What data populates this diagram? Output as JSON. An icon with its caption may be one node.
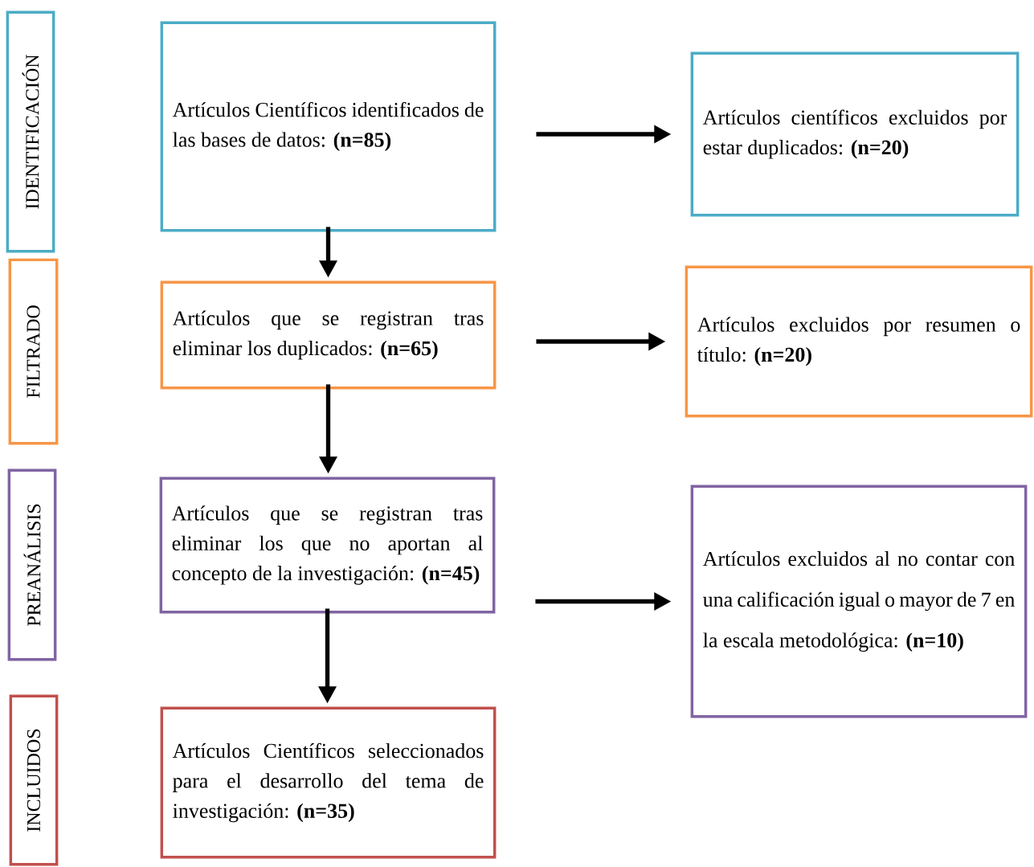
{
  "diagram": {
    "nodes": [
      {
        "text": [
          "IDENTIFICACIÓN"
        ]
      },
      {
        "text": [
          "FILTRADO"
        ]
      },
      {
        "text": [
          "PREANÁLISIS"
        ]
      },
      {
        "text": [
          "INCLUIDOS"
        ]
      },
      {
        "text": [
          "Artículos Científicos identificados de las bases de datos: **(n=85)**"
        ]
      },
      {
        "text": [
          "Artículos científicos excluidos por estar duplicados: **(n=20)**"
        ]
      },
      {
        "text": [
          "Artículos que se registran tras eliminar los duplicados: **(n=65)**"
        ]
      },
      {
        "text": [
          "Artículos excluidos por resumen o título: **(n=20)**"
        ]
      },
      {
        "text": [
          "Artículos que se registran tras eliminar los que no aportan al concepto de la investigación: **(n=45)**"
        ]
      },
      {
        "text": [
          "Artículos excluidos al no contar con una calificación igual o mayor de 7 en la escala metodológica: **(n=10)**"
        ]
      },
      {
        "text": [
          "Artículos Científicos seleccionados para el desarrollo del tema de investigación: **(n=35)**"
        ]
      }
    ],
    "edges": [
      {
        "from": 4,
        "to": 5,
        "arrow": "to"
      },
      {
        "from": 4,
        "to": 6,
        "arrow": "to"
      },
      {
        "from": 6,
        "to": 7,
        "arrow": "to"
      },
      {
        "from": 6,
        "to": 8,
        "arrow": "to"
      },
      {
        "from": 8,
        "to": 9,
        "arrow": "to"
      },
      {
        "from": 8,
        "to": 10,
        "arrow": "to"
      }
    ]
  }
}
